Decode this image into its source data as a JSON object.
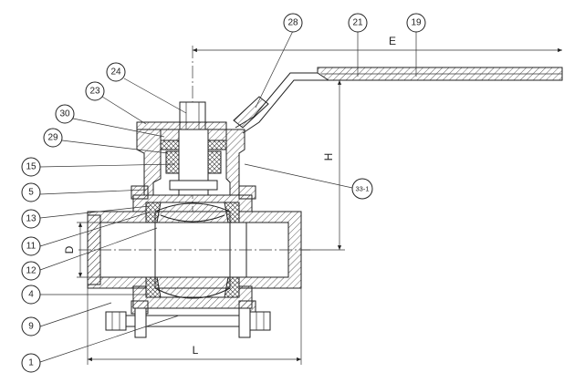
{
  "callouts": {
    "c1": "1",
    "c4": "4",
    "c5": "5",
    "c9": "9",
    "c11": "11",
    "c12": "12",
    "c13": "13",
    "c15": "15",
    "c19": "19",
    "c21": "21",
    "c23": "23",
    "c24": "24",
    "c28": "28",
    "c29": "29",
    "c30": "30",
    "c33": "33-1"
  },
  "dimensions": {
    "E": "E",
    "H": "H",
    "D": "D",
    "L": "L"
  },
  "colors": {
    "line": "#222222",
    "background": "#ffffff"
  }
}
